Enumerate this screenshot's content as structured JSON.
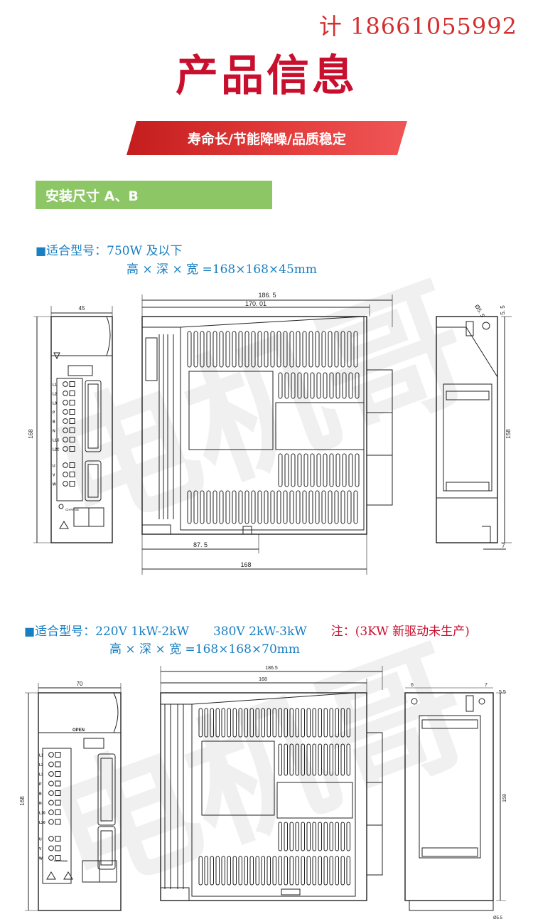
{
  "header": {
    "phone": "计 18661055992",
    "title": "产品信息",
    "tagline": "寿命长/节能降噪/品质稳定"
  },
  "section": {
    "heading": "安装尺寸 A、B"
  },
  "model_a": {
    "label": "适合型号：",
    "models": "750W 及以下",
    "dims": "高 × 深 × 宽 =168×168×45mm",
    "drawing": {
      "width_label": "45",
      "height_label": "168",
      "depth_outer": "186. 5",
      "depth_inner": "170. 01",
      "depth_bottom_a": "87. 5",
      "depth_bottom_b": "168",
      "side_height": "158",
      "side_top": "5. 5",
      "side_hole": "Ø5. 5",
      "side_bottom": "7",
      "terminals": [
        "L1",
        "L2",
        "L3",
        "P",
        "B",
        "N",
        "L1C",
        "L2C",
        "U",
        "V",
        "W"
      ],
      "charge": "CHARGE"
    }
  },
  "model_b": {
    "label": "适合型号：",
    "models": "220V 1kW-2kW　　380V 2kW-3kW",
    "note": "注：(3KW 新驱动未生产)",
    "dims": "高 × 深 × 宽 =168×168×70mm",
    "drawing": {
      "width_label": "70",
      "height_label": "168",
      "depth_outer": "186.5",
      "depth_inner": "168",
      "side_height": "158",
      "side_left": "6",
      "side_right": "7",
      "side_top": "5.5",
      "side_hole": "Ø5.5",
      "open_label": "OPEN",
      "terminals": [
        "L1",
        "L2",
        "L3",
        "P",
        "B",
        "N",
        "L10",
        "L20",
        "U",
        "V",
        "W"
      ],
      "charge": "CHARGE"
    }
  },
  "watermark": {
    "text": "电机哥"
  },
  "colors": {
    "title_red": "#c8102e",
    "banner_red": "#d62b2b",
    "section_green": "#8cc665",
    "spec_blue": "#1a7fc0",
    "line": "#222222"
  }
}
